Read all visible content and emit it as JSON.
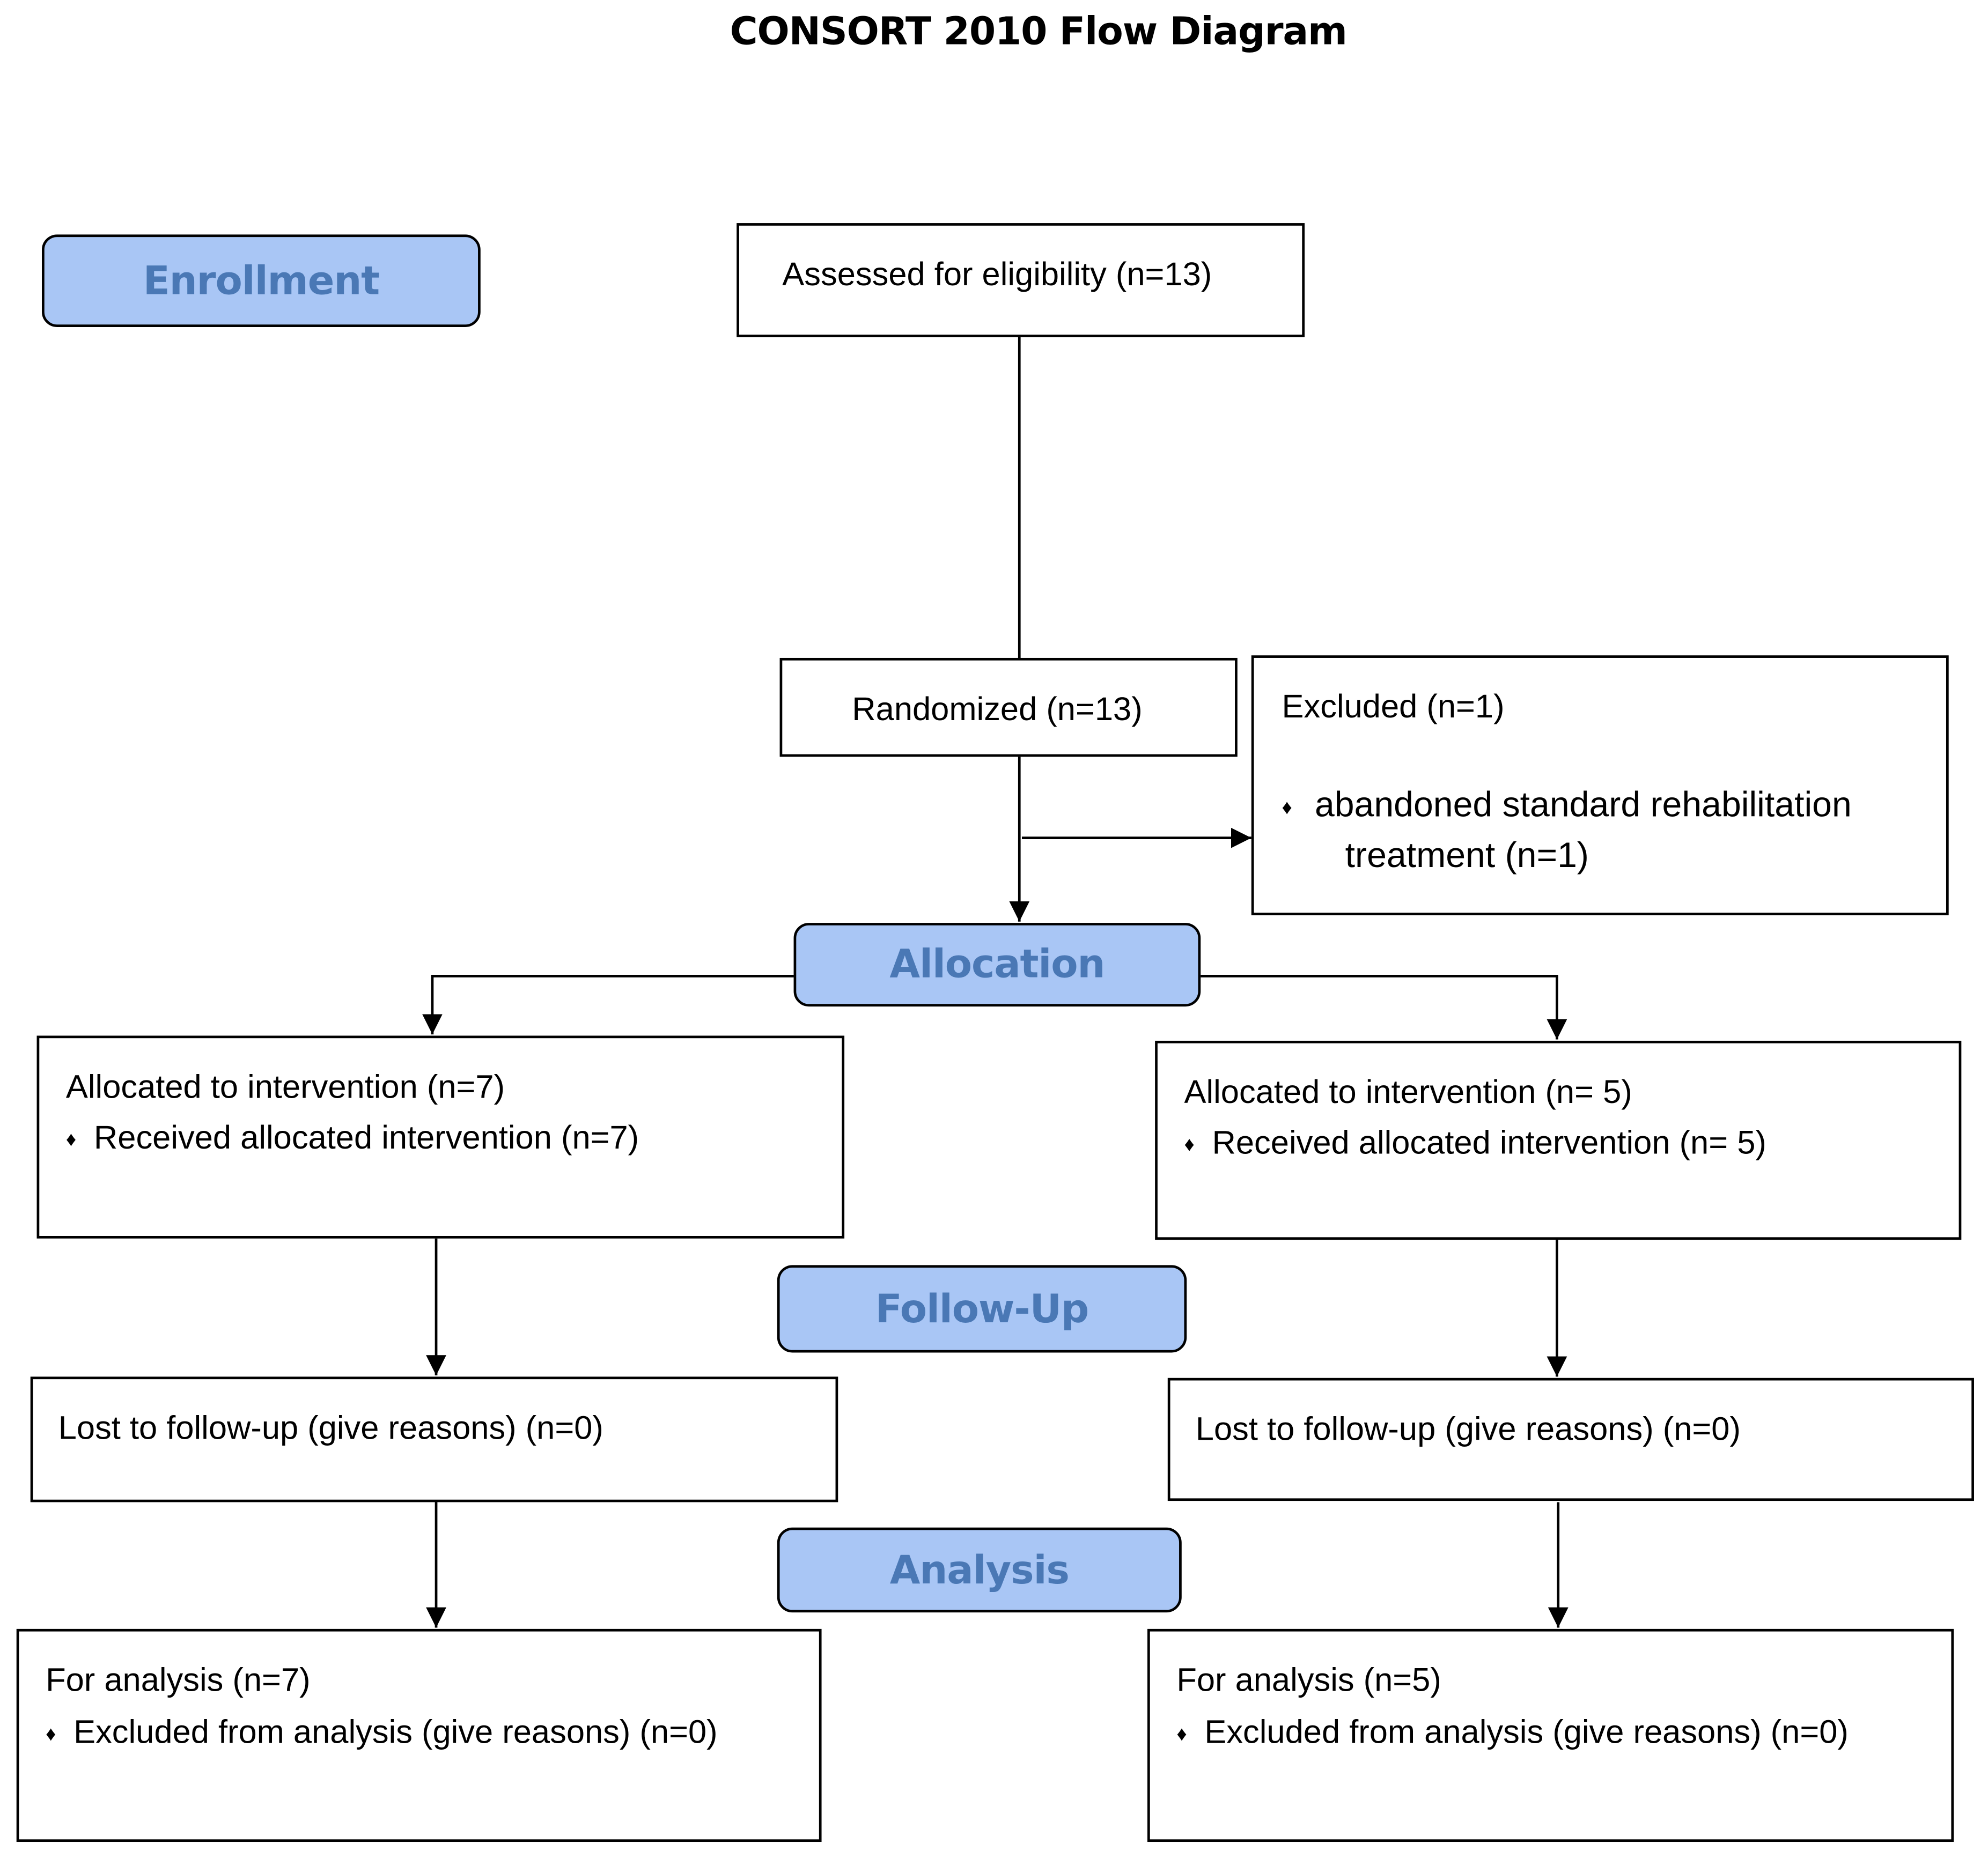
{
  "title": "CONSORT 2010 Flow Diagram",
  "stages": {
    "enrollment": "Enrollment",
    "allocation": "Allocation",
    "follow_up": "Follow-Up",
    "analysis": "Analysis"
  },
  "enrollment": {
    "assessed": "Assessed for eligibility (n=13)",
    "randomized": "Randomized (n=13)",
    "excluded_title": "Excluded (n=1)",
    "excluded_reason_line1": "abandoned standard rehabilitation",
    "excluded_reason_line2": "treatment (n=1)"
  },
  "left_arm": {
    "allocated": "Allocated to intervention (n=7)",
    "received": "Received allocated intervention (n=7)",
    "lost": "Lost to follow-up (give reasons) (n=0)",
    "analysis": "For analysis (n=7)",
    "excluded_analysis": "Excluded from analysis (give reasons) (n=0)"
  },
  "right_arm": {
    "allocated": "Allocated to intervention (n= 5)",
    "received": "Received allocated intervention (n= 5)",
    "lost": "Lost to follow-up (give reasons) (n=0)",
    "analysis": "For analysis (n=5)",
    "excluded_analysis": "Excluded from analysis (give reasons) (n=0)"
  },
  "bullet_glyph": "♦"
}
